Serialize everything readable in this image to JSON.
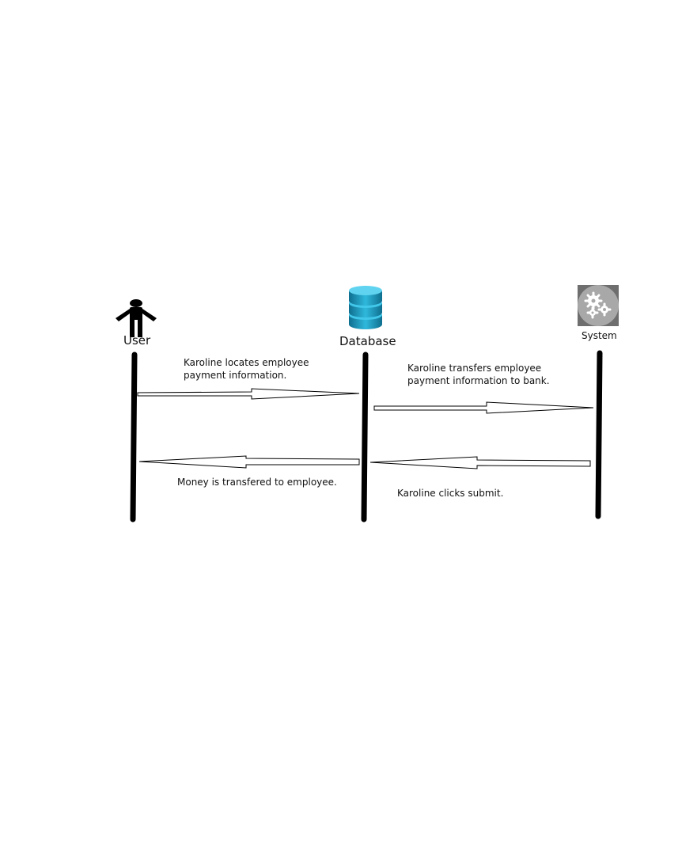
{
  "participants": {
    "user": {
      "label": "User",
      "icon": "person-icon"
    },
    "database": {
      "label": "Database",
      "icon": "database-icon"
    },
    "system": {
      "label": "System",
      "icon": "gears-icon"
    }
  },
  "messages": [
    {
      "from": "user",
      "to": "database",
      "text": "Karoline locates employee payment information."
    },
    {
      "from": "database",
      "to": "system",
      "text": "Karoline transfers employee payment information to bank."
    },
    {
      "from": "system",
      "to": "database",
      "text": "Karoline clicks submit."
    },
    {
      "from": "database",
      "to": "user",
      "text": "Money is transfered to employee."
    }
  ],
  "colors": {
    "lifeline": "#000000",
    "database_top": "#2fb3d6",
    "database_body": "#1a8fb3",
    "system_bg": "#6e6e6e",
    "system_circle": "#a8a8a8"
  }
}
